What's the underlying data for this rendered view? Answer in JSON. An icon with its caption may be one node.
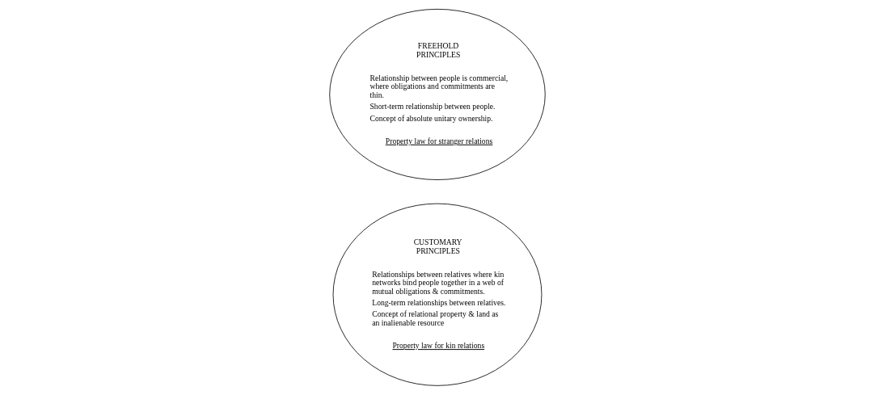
{
  "diagram": {
    "nodes": [
      {
        "text": [
          "FREEHOLD PRINCIPLES",
          "Relationship between people is commercial, where obligations and commitments are thin.",
          "Short-term relationship between people.",
          "Concept of absolute unitary ownership.",
          "Property law for stranger relations"
        ]
      },
      {
        "text": [
          "CUSTOMARY PRINCIPLES",
          "Relationships between relatives where kin networks bind people together in a web of mutual obligations & commitments.",
          "Long-term relationships between relatives.",
          "Concept of relational property & land as an inalienable resource",
          "Property law for kin relations"
        ]
      }
    ],
    "edges": []
  }
}
